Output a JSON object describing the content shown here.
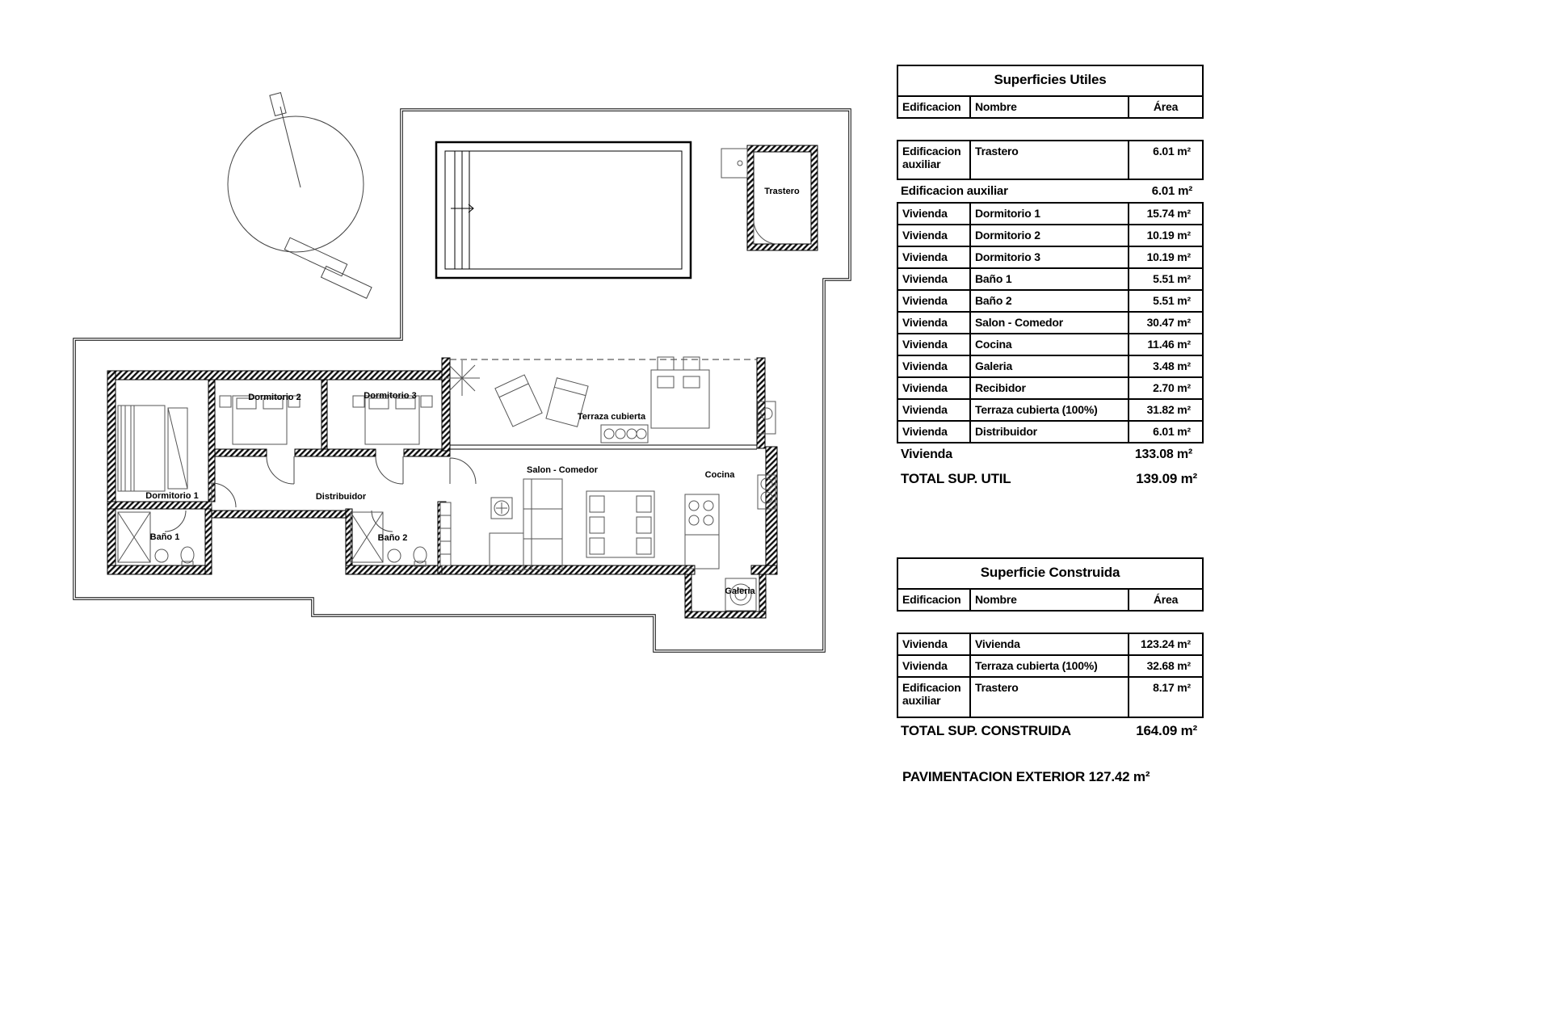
{
  "floorplan": {
    "labels": {
      "trastero": "Trastero",
      "dormitorio1": "Dormitorio 1",
      "dormitorio2": "Dormitorio 2",
      "dormitorio3": "Dormitorio 3",
      "bano1": "Baño 1",
      "bano2": "Baño 2",
      "distribuidor": "Distribuidor",
      "terraza": "Terraza cubierta",
      "salon": "Salon - Comedor",
      "cocina": "Cocina",
      "galeria": "Galeria"
    }
  },
  "superficies_utiles": {
    "title": "Superficies Utiles",
    "headers": {
      "edificacion": "Edificacion",
      "nombre": "Nombre",
      "area": "Área"
    },
    "aux_row": {
      "edificacion": "Edificacion auxiliar",
      "nombre": "Trastero",
      "area": "6.01 m²"
    },
    "subtotal_aux": {
      "label": "Edificacion auxiliar",
      "area": "6.01 m²"
    },
    "vivienda_rows": [
      {
        "edificacion": "Vivienda",
        "nombre": "Dormitorio 1",
        "area": "15.74 m²"
      },
      {
        "edificacion": "Vivienda",
        "nombre": "Dormitorio 2",
        "area": "10.19 m²"
      },
      {
        "edificacion": "Vivienda",
        "nombre": "Dormitorio 3",
        "area": "10.19 m²"
      },
      {
        "edificacion": "Vivienda",
        "nombre": "Baño 1",
        "area": "5.51 m²"
      },
      {
        "edificacion": "Vivienda",
        "nombre": "Baño 2",
        "area": "5.51 m²"
      },
      {
        "edificacion": "Vivienda",
        "nombre": "Salon - Comedor",
        "area": "30.47 m²"
      },
      {
        "edificacion": "Vivienda",
        "nombre": "Cocina",
        "area": "11.46 m²"
      },
      {
        "edificacion": "Vivienda",
        "nombre": "Galeria",
        "area": "3.48 m²"
      },
      {
        "edificacion": "Vivienda",
        "nombre": "Recibidor",
        "area": "2.70 m²"
      },
      {
        "edificacion": "Vivienda",
        "nombre": "Terraza cubierta (100%)",
        "area": "31.82 m²"
      },
      {
        "edificacion": "Vivienda",
        "nombre": "Distribuidor",
        "area": "6.01 m²"
      }
    ],
    "subtotal_vivienda": {
      "label": "Vivienda",
      "area": "133.08 m²"
    },
    "total": {
      "label": "TOTAL SUP. UTIL",
      "area": "139.09 m²"
    }
  },
  "superficie_construida": {
    "title": "Superficie Construida",
    "headers": {
      "edificacion": "Edificacion",
      "nombre": "Nombre",
      "area": "Área"
    },
    "rows": [
      {
        "edificacion": "Vivienda",
        "nombre": "Vivienda",
        "area": "123.24 m²"
      },
      {
        "edificacion": "Vivienda",
        "nombre": "Terraza cubierta (100%)",
        "area": "32.68 m²"
      },
      {
        "edificacion": "Edificacion auxiliar",
        "nombre": "Trastero",
        "area": "8.17 m²"
      }
    ],
    "total": {
      "label": "TOTAL SUP. CONSTRUIDA",
      "area": "164.09 m²"
    }
  },
  "footer": {
    "pavimentacion": "PAVIMENTACION EXTERIOR 127.42 m²"
  }
}
